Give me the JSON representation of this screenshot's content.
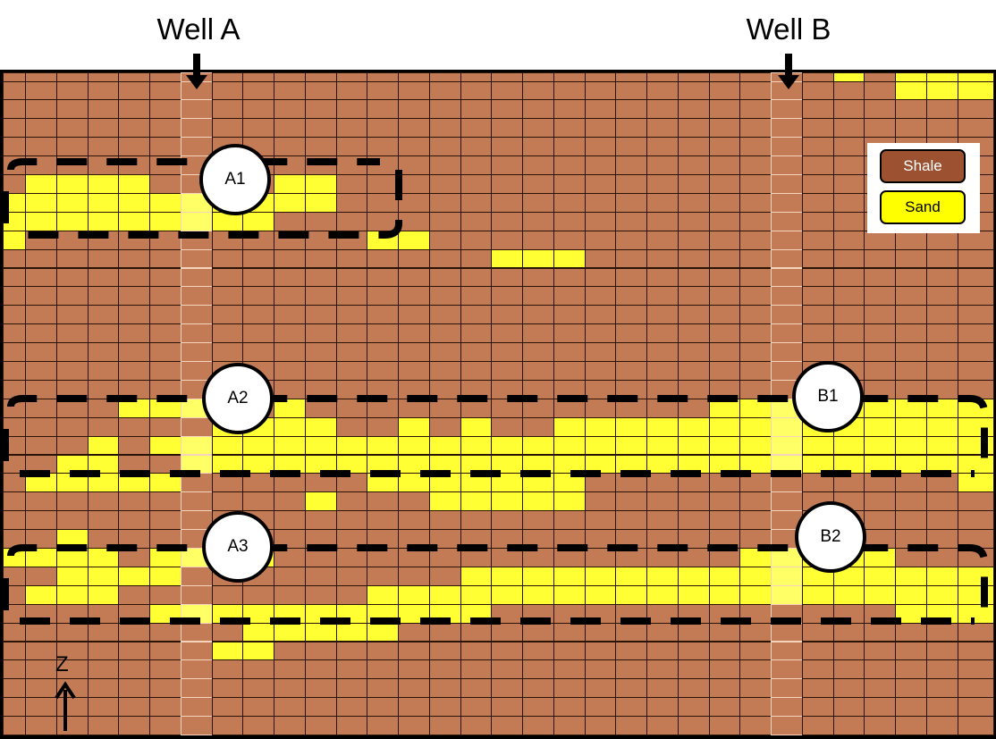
{
  "wells": [
    {
      "label": "Well A",
      "column": 6
    },
    {
      "label": "Well B",
      "column": 25
    }
  ],
  "legend": {
    "shale": "Shale",
    "sand": "Sand"
  },
  "colors": {
    "shale_cell": "#c27b55",
    "shale_legend": "#9c5231",
    "sand": "#ffff33",
    "sand_in_well": "#ffff66",
    "legend_sand": "#ffff00"
  },
  "zones": [
    {
      "label": "A1"
    },
    {
      "label": "A2"
    },
    {
      "label": "A3"
    },
    {
      "label": "B1"
    },
    {
      "label": "B2"
    }
  ],
  "axis_label": "Z",
  "grid": {
    "rows": 36,
    "cols": 32,
    "sand_runs": [
      [
        0,
        27,
        27
      ],
      [
        0,
        29,
        31
      ],
      [
        1,
        29,
        31
      ],
      [
        6,
        1,
        4
      ],
      [
        6,
        9,
        10
      ],
      [
        7,
        0,
        10
      ],
      [
        8,
        0,
        8
      ],
      [
        9,
        0,
        0
      ],
      [
        9,
        12,
        13
      ],
      [
        10,
        16,
        18
      ],
      [
        18,
        4,
        6
      ],
      [
        18,
        9,
        9
      ],
      [
        18,
        23,
        31
      ],
      [
        19,
        7,
        10
      ],
      [
        19,
        13,
        13
      ],
      [
        19,
        15,
        15
      ],
      [
        19,
        18,
        31
      ],
      [
        20,
        3,
        3
      ],
      [
        20,
        5,
        31
      ],
      [
        21,
        2,
        3
      ],
      [
        21,
        6,
        31
      ],
      [
        22,
        1,
        5
      ],
      [
        22,
        12,
        18
      ],
      [
        22,
        31,
        31
      ],
      [
        23,
        10,
        10
      ],
      [
        23,
        14,
        18
      ],
      [
        25,
        2,
        2
      ],
      [
        26,
        0,
        3
      ],
      [
        26,
        5,
        8
      ],
      [
        26,
        24,
        28
      ],
      [
        27,
        2,
        5
      ],
      [
        27,
        15,
        31
      ],
      [
        28,
        1,
        3
      ],
      [
        28,
        12,
        31
      ],
      [
        29,
        5,
        15
      ],
      [
        29,
        29,
        31
      ],
      [
        30,
        8,
        12
      ],
      [
        31,
        7,
        8
      ]
    ]
  }
}
